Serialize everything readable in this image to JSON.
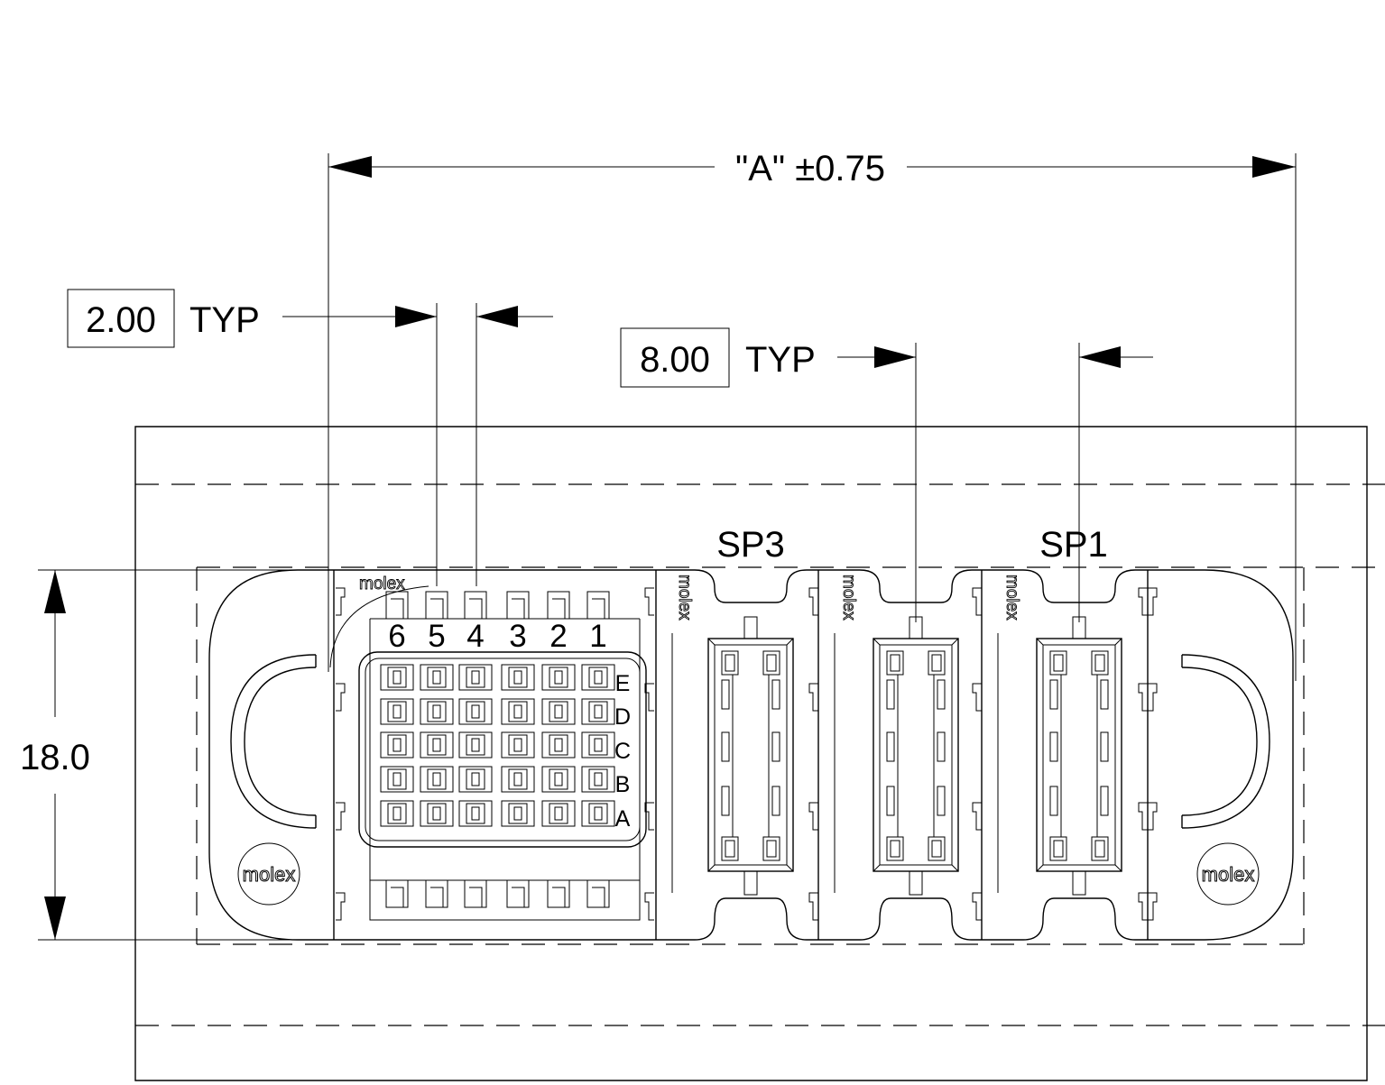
{
  "dimensions": {
    "overall": "\"A\" ±0.75",
    "pitch_value": "2.00",
    "pitch_suffix": "TYP",
    "module_value": "8.00",
    "module_suffix": "TYP",
    "height": "18.0"
  },
  "labels": {
    "sp3": "SP3",
    "sp1": "SP1",
    "columns": [
      "6",
      "5",
      "4",
      "3",
      "2",
      "1"
    ],
    "rows": [
      "E",
      "D",
      "C",
      "B",
      "A"
    ]
  },
  "logos": {
    "top": "molex",
    "left": "molex",
    "right": "molex",
    "vertical": "molex"
  }
}
